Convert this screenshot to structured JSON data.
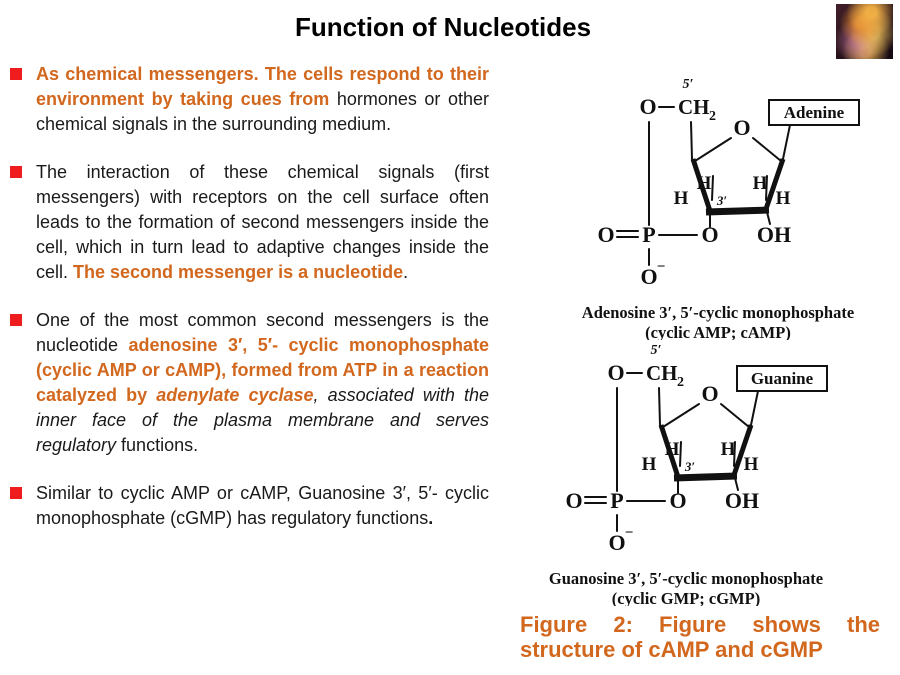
{
  "slide": {
    "title": "Function of Nucleotides"
  },
  "bullets": [
    {
      "segments": [
        {
          "text": "As chemical messengers. The cells respond to their environment by taking cues from ",
          "style": "orange-bold"
        },
        {
          "text": "hormones or other chemical signals in the surrounding medium.",
          "style": "plain"
        }
      ]
    },
    {
      "segments": [
        {
          "text": "The interaction of these chemical signals (first messengers) with receptors on the cell surface often leads to the formation of second messengers inside the cell, which in turn lead to adaptive changes inside the cell. ",
          "style": "plain"
        },
        {
          "text": "The second messenger is a nucleotide",
          "style": "orange-bold"
        },
        {
          "text": ".",
          "style": "plain"
        }
      ]
    },
    {
      "segments": [
        {
          "text": "One of the most common second messengers is the nucleotide ",
          "style": "plain"
        },
        {
          "text": "adenosine 3′, 5′- cyclic monophosphate (cyclic AMP or cAMP), formed from ATP in a reaction catalyzed by ",
          "style": "orange-bold"
        },
        {
          "text": "adenylate cyclase",
          "style": "orange-bold-italic"
        },
        {
          "text": ", associated with the inner face of the plasma membrane and serves regulatory ",
          "style": "italic"
        },
        {
          "text": "functions.",
          "style": "plain"
        }
      ]
    },
    {
      "segments": [
        {
          "text": "Similar to cyclic AMP or cAMP, Guanosine 3′, 5′- cyclic monophosphate (cGMP) has regulatory functions",
          "style": "plain"
        },
        {
          "text": ".",
          "style": "bold"
        }
      ]
    }
  ],
  "structures": {
    "atoms": {
      "o": "O",
      "p": "P",
      "h": "H",
      "oh": "OH",
      "ch": "CH",
      "sub2": "2",
      "minus": "−",
      "five_prime": "5′",
      "three_prime": "3′"
    },
    "camp": {
      "base": "Adenine",
      "caption_line1": "Adenosine 3′, 5′-cyclic monophosphate",
      "caption_line2": "(cyclic AMP; cAMP)"
    },
    "cgmp": {
      "base": "Guanine",
      "caption_line1": "Guanosine 3′, 5′-cyclic monophosphate",
      "caption_line2": "(cyclic GMP; cGMP)"
    }
  },
  "figure_caption": "Figure 2: Figure shows the structure of cAMP and cGMP",
  "colors": {
    "accent_orange": "#d2671e",
    "bullet_red": "#ee1c1c",
    "text_black": "#1a1a1a"
  }
}
